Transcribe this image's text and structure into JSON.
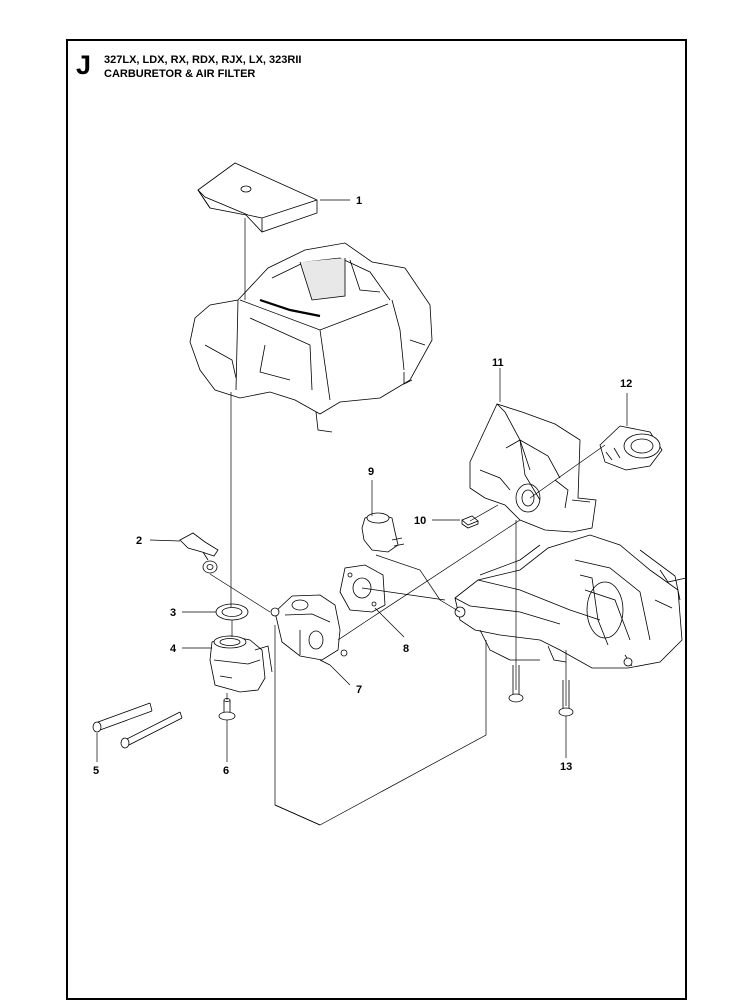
{
  "header": {
    "section": "J",
    "models": "327LX, LDX, RX, RDX, RJX, LX, 323RII",
    "title": "CARBURETOR & AIR FILTER"
  },
  "callouts": {
    "c1": "1",
    "c2": "2",
    "c3": "3",
    "c4": "4",
    "c5": "5",
    "c6": "6",
    "c7": "7",
    "c8": "8",
    "c9": "9",
    "c10": "10",
    "c11": "11",
    "c12": "12",
    "c13": "13"
  },
  "colors": {
    "line": "#000000",
    "fill": "#ffffff",
    "shade": "#cfcfcf",
    "dark": "#8a8a8a"
  }
}
